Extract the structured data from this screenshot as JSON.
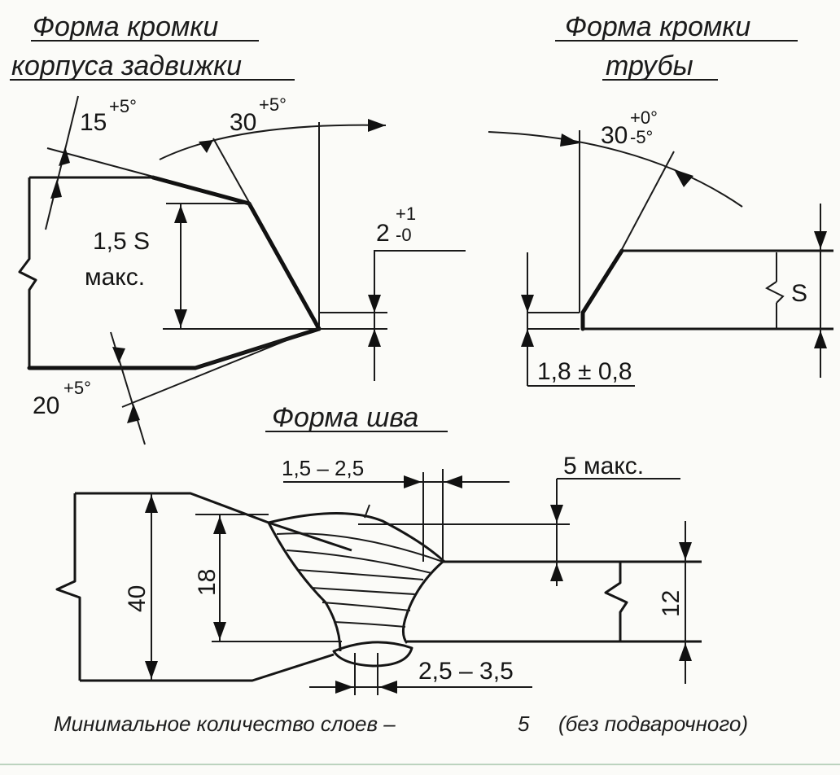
{
  "titles": {
    "valve_edge_line1": "Форма кромки",
    "valve_edge_line2": "корпуса задвижки",
    "pipe_edge_line1": "Форма кромки",
    "pipe_edge_line2": "трубы",
    "weld_shape": "Форма шва"
  },
  "valve_dims": {
    "angle_top_base": "15",
    "angle_top_tol": "+5°",
    "angle_bevel_base": "30",
    "angle_bevel_tol": "+5°",
    "height_line1": "1,5 S",
    "height_line2": "макс.",
    "root_base": "2",
    "root_tol_up": "+1",
    "root_tol_down": "-0",
    "angle_bottom_base": "20",
    "angle_bottom_tol": "+5°"
  },
  "pipe_dims": {
    "angle_base": "30",
    "angle_tol_up": "+0°",
    "angle_tol_down": "-5°",
    "thickness": "S",
    "root": "1,8 ± 0,8"
  },
  "weld_dims": {
    "cap_width": "1,5 – 2,5",
    "reinforcement": "5 макс.",
    "total_height": "40",
    "groove_height": "18",
    "pipe_wall": "12",
    "root_width": "2,5 – 3,5"
  },
  "caption": {
    "text": "Минимальное количество слоев –",
    "count": "5",
    "note": "(без подварочного)"
  }
}
